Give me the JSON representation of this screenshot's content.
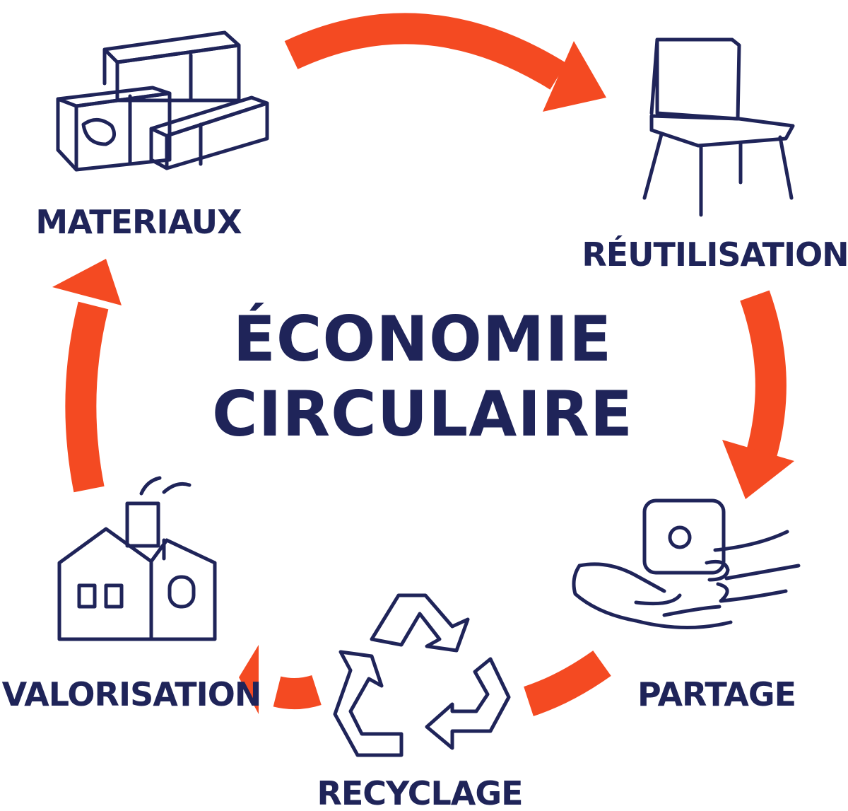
{
  "title": {
    "line1": "ÉCONOMIE",
    "line2": "CIRCULAIRE"
  },
  "stages": [
    {
      "label": "MATERIAUX",
      "icon": "boxes-icon"
    },
    {
      "label": "RÉUTILISATION",
      "icon": "chair-icon"
    },
    {
      "label": "PARTAGE",
      "icon": "hand-sharing-icon"
    },
    {
      "label": "RECYCLAGE",
      "icon": "recycling-icon"
    },
    {
      "label": "VALORISATION",
      "icon": "factory-icon"
    }
  ],
  "colors": {
    "ink": "#1f2459",
    "arrow": "#f44a22",
    "background": "#ffffff"
  }
}
